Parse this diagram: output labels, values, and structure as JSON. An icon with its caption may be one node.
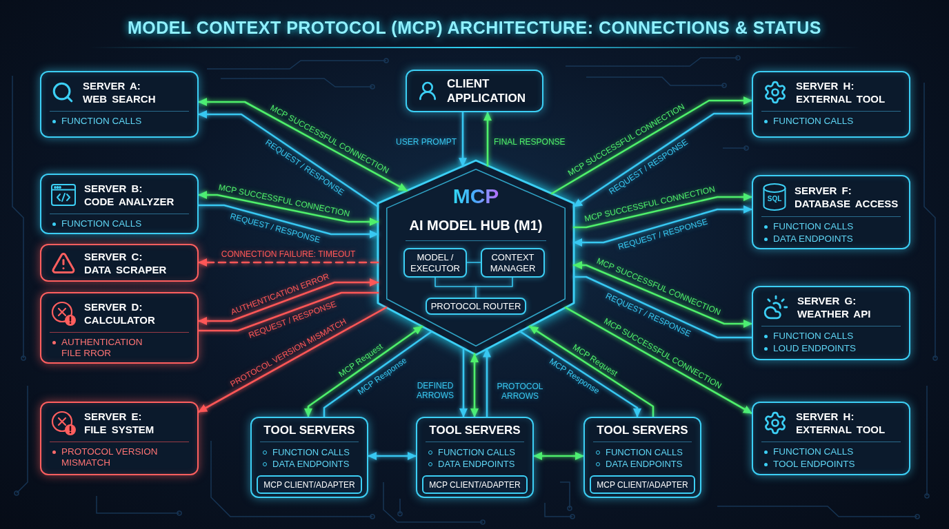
{
  "diagram": {
    "title": "MODEL CONTEXT PROTOCOL (MCP) ARCHITECTURE: CONNECTIONS & STATUS",
    "nodes": [
      {
        "text": [
          "SERVER A: WEB SEARCH",
          "FUNCTION CALLS"
        ]
      },
      {
        "text": [
          "CLIENT APPLICATION"
        ]
      },
      {
        "text": [
          "SERVER H: EXTERNAL TOOL",
          "FUNCTION CALLS"
        ]
      },
      {
        "text": [
          "SERVER B: CODE ANALYZER",
          "FUNCTION CALLS"
        ]
      },
      {
        "text": [
          "MCP",
          "AI MODEL HUB (M1)"
        ]
      },
      {
        "text": [
          "MODEL / EXECUTOR"
        ],
        "in": 4
      },
      {
        "text": [
          "CONTEXT MANAGER"
        ],
        "in": 4
      },
      {
        "text": [
          "PROTOCOL ROUTER"
        ],
        "in": 4
      },
      {
        "text": [
          "SQL",
          "SERVER F: DATABASE ACCESS",
          "FUNCTION CALLS",
          "DATA ENDPOINTS"
        ]
      },
      {
        "text": [
          "SERVER C: DATA SCRAPER"
        ]
      },
      {
        "text": [
          "SERVER D: CALCULATOR",
          "AUTHENTICATION FILE RROR"
        ]
      },
      {
        "text": [
          "SERVER G: WEATHER API",
          "FUNCTION CALLS",
          "LOUD ENDPOINTS"
        ]
      },
      {
        "text": [
          "SERVER E: FILE SYSTEM",
          "PROTOCOL VERSION MISMATCH"
        ]
      },
      {
        "text": [
          "SERVER H: EXTERNAL TOOL",
          "FUNCTION CALLS",
          "TOOL ENDPOINTS"
        ]
      },
      {
        "text": [
          "TOOL SERVERS",
          "FUNCTION CALLS",
          "DATA ENDPOINTS"
        ]
      },
      {
        "text": [
          "MCP CLIENT/ADAPTER"
        ],
        "in": 14
      },
      {
        "text": [
          "TOOL SERVERS",
          "FUNCTION CALLS",
          "DATA ENDPOINTS"
        ]
      },
      {
        "text": [
          "MCP CLIENT/ADAPTER"
        ],
        "in": 16
      },
      {
        "text": [
          "TOOL SERVERS",
          "FUNCTION CALLS",
          "DATA ENDPOINTS"
        ]
      },
      {
        "text": [
          "MCP CLIENT/ADAPTER"
        ],
        "in": 18
      }
    ],
    "edges": [
      {
        "from": 0,
        "to": 4,
        "arrow": "both",
        "label": "MCP SUCCESSFUL CONNECTION",
        "color": "#4ff06b"
      },
      {
        "from": 4,
        "to": 0,
        "arrow": "to",
        "label": "REQUEST / RESPONSE"
      },
      {
        "from": 1,
        "to": 4,
        "arrow": "to",
        "label": "USER PROMPT"
      },
      {
        "from": 4,
        "to": 1,
        "arrow": "to",
        "label": "FINAL RESPONSE",
        "color": "#4ff06b"
      },
      {
        "from": 4,
        "to": 2,
        "arrow": "to",
        "label": "MCP SUCCESSFUL CONNECTION",
        "color": "#4ff06b"
      },
      {
        "from": 2,
        "to": 4,
        "arrow": "to",
        "label": "REQUEST / RESPONSE"
      },
      {
        "from": 3,
        "to": 4,
        "arrow": "both",
        "label": "MCP SUCCESSFUL CONNECTION",
        "color": "#4ff06b"
      },
      {
        "from": 3,
        "to": 4,
        "arrow": "to",
        "label": "REQUEST / RESPONSE"
      },
      {
        "from": 4,
        "to": 8,
        "arrow": "to",
        "label": "MCP SUCCESSFUL CONNECTION",
        "color": "#4ff06b"
      },
      {
        "from": 8,
        "to": 4,
        "arrow": "both",
        "label": "REQUEST / RESPONSE"
      },
      {
        "from": 4,
        "to": 9,
        "arrow": "to",
        "label": "CONNECTION FAILURE: TIMEOUT",
        "style": "dashed",
        "color": "#ff5757"
      },
      {
        "from": 4,
        "to": 10,
        "arrow": "both",
        "label": "AUTHENTICATION ERROR",
        "color": "#ff5757"
      },
      {
        "from": 10,
        "to": 4,
        "arrow": "none",
        "label": "REQUEST / RESPONSE",
        "color": "#ff5757"
      },
      {
        "from": 4,
        "to": 12,
        "arrow": "to",
        "label": "PROTOCOL VERSION MISMATCH",
        "color": "#ff5757"
      },
      {
        "from": 4,
        "to": 11,
        "arrow": "both",
        "label": "MCP SUCCESSFUL CONNECTION",
        "color": "#4ff06b"
      },
      {
        "from": 4,
        "to": 11,
        "arrow": "none",
        "label": "REQUEST / RESPONSE"
      },
      {
        "from": 4,
        "to": 13,
        "arrow": "to",
        "label": "MCP SUCCESSFUL CONNECTION",
        "color": "#4ff06b"
      },
      {
        "from": 14,
        "to": 4,
        "arrow": "both",
        "label": "MCP Request",
        "color": "#4ff06b"
      },
      {
        "from": 14,
        "to": 4,
        "arrow": "none",
        "label": "MCP Response"
      },
      {
        "from": 18,
        "to": 4,
        "arrow": "to",
        "label": "MCP Request",
        "color": "#4ff06b"
      },
      {
        "from": 4,
        "to": 18,
        "arrow": "to",
        "label": "MCP Response"
      },
      {
        "from": 4,
        "to": 16,
        "arrow": "to",
        "label": "DEFINED ARROWS"
      },
      {
        "from": 4,
        "to": 16,
        "arrow": "both",
        "color": "#4ff06b"
      },
      {
        "from": 16,
        "to": 4,
        "arrow": "to",
        "label": "PROTOCOL ARROWS"
      },
      {
        "from": 14,
        "to": 16,
        "arrow": "both"
      },
      {
        "from": 16,
        "to": 18,
        "arrow": "both",
        "color": "#4ff06b"
      },
      {
        "from": 5,
        "to": 6,
        "arrow": "none"
      },
      {
        "from": 5,
        "to": 7,
        "arrow": "none"
      },
      {
        "from": 6,
        "to": 7,
        "arrow": "none"
      }
    ]
  }
}
